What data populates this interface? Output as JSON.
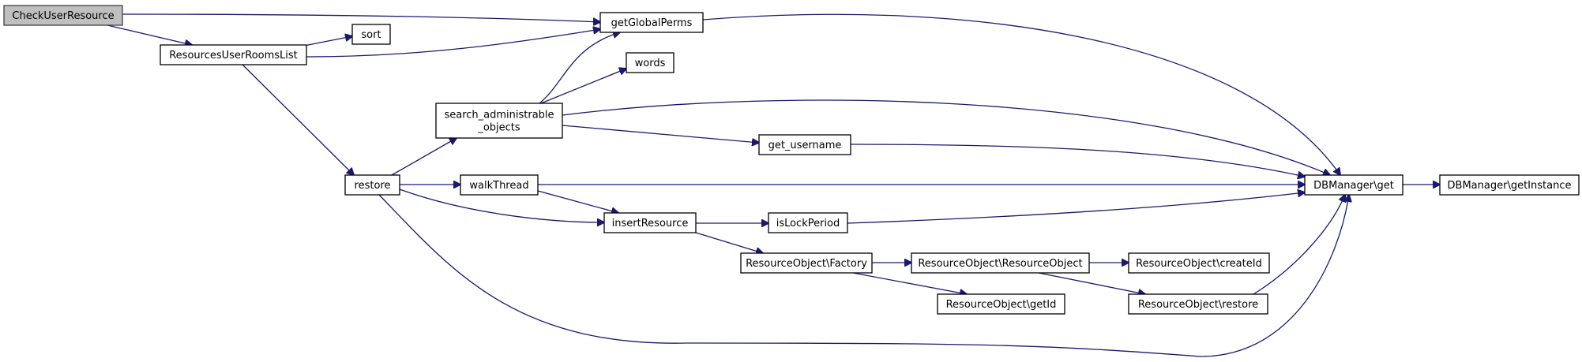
{
  "graph": {
    "colors": {
      "edge": "#191970",
      "root_fill": "#bfbfbf",
      "node_fill": "#ffffff",
      "node_border": "#000000"
    },
    "nodes": {
      "checkuserresource": {
        "lines": [
          "CheckUserResource"
        ],
        "root": true
      },
      "resourcesuserroomslist": {
        "lines": [
          "ResourcesUserRoomsList"
        ]
      },
      "sort": {
        "lines": [
          "sort"
        ]
      },
      "getglobalperms": {
        "lines": [
          "getGlobalPerms"
        ]
      },
      "words": {
        "lines": [
          "words"
        ]
      },
      "search_administrable_objects": {
        "lines": [
          "search_administrable",
          "_objects"
        ]
      },
      "get_username": {
        "lines": [
          "get_username"
        ]
      },
      "restore": {
        "lines": [
          "restore"
        ]
      },
      "walkthread": {
        "lines": [
          "walkThread"
        ]
      },
      "insertresource": {
        "lines": [
          "insertResource"
        ]
      },
      "islockperiod": {
        "lines": [
          "isLockPeriod"
        ]
      },
      "dbmanager_get": {
        "lines": [
          "DBManager\\get"
        ]
      },
      "dbmanager_getinstance": {
        "lines": [
          "DBManager\\getInstance"
        ]
      },
      "resourceobject_factory": {
        "lines": [
          "ResourceObject\\Factory"
        ]
      },
      "resourceobject_resourceobject": {
        "lines": [
          "ResourceObject\\ResourceObject"
        ]
      },
      "resourceobject_createid": {
        "lines": [
          "ResourceObject\\createId"
        ]
      },
      "resourceobject_getid": {
        "lines": [
          "ResourceObject\\getId"
        ]
      },
      "resourceobject_restore": {
        "lines": [
          "ResourceObject\\restore"
        ]
      }
    },
    "edges": [
      {
        "from": "checkuserresource",
        "to": "resourcesuserroomslist"
      },
      {
        "from": "checkuserresource",
        "to": "getglobalperms"
      },
      {
        "from": "resourcesuserroomslist",
        "to": "sort"
      },
      {
        "from": "resourcesuserroomslist",
        "to": "getglobalperms"
      },
      {
        "from": "resourcesuserroomslist",
        "to": "restore"
      },
      {
        "from": "getglobalperms",
        "to": "dbmanager_get"
      },
      {
        "from": "search_administrable_objects",
        "to": "getglobalperms"
      },
      {
        "from": "search_administrable_objects",
        "to": "words"
      },
      {
        "from": "search_administrable_objects",
        "to": "dbmanager_get"
      },
      {
        "from": "search_administrable_objects",
        "to": "get_username"
      },
      {
        "from": "restore",
        "to": "search_administrable_objects"
      },
      {
        "from": "restore",
        "to": "walkthread"
      },
      {
        "from": "restore",
        "to": "insertresource"
      },
      {
        "from": "restore",
        "to": "dbmanager_get"
      },
      {
        "from": "get_username",
        "to": "dbmanager_get"
      },
      {
        "from": "walkthread",
        "to": "dbmanager_get"
      },
      {
        "from": "walkthread",
        "to": "insertresource"
      },
      {
        "from": "insertresource",
        "to": "islockperiod"
      },
      {
        "from": "insertresource",
        "to": "resourceobject_factory"
      },
      {
        "from": "islockperiod",
        "to": "dbmanager_get"
      },
      {
        "from": "dbmanager_get",
        "to": "dbmanager_getinstance"
      },
      {
        "from": "resourceobject_factory",
        "to": "resourceobject_resourceobject"
      },
      {
        "from": "resourceobject_factory",
        "to": "resourceobject_getid"
      },
      {
        "from": "resourceobject_resourceobject",
        "to": "resourceobject_createid"
      },
      {
        "from": "resourceobject_resourceobject",
        "to": "resourceobject_restore"
      },
      {
        "from": "resourceobject_restore",
        "to": "dbmanager_get"
      }
    ]
  }
}
